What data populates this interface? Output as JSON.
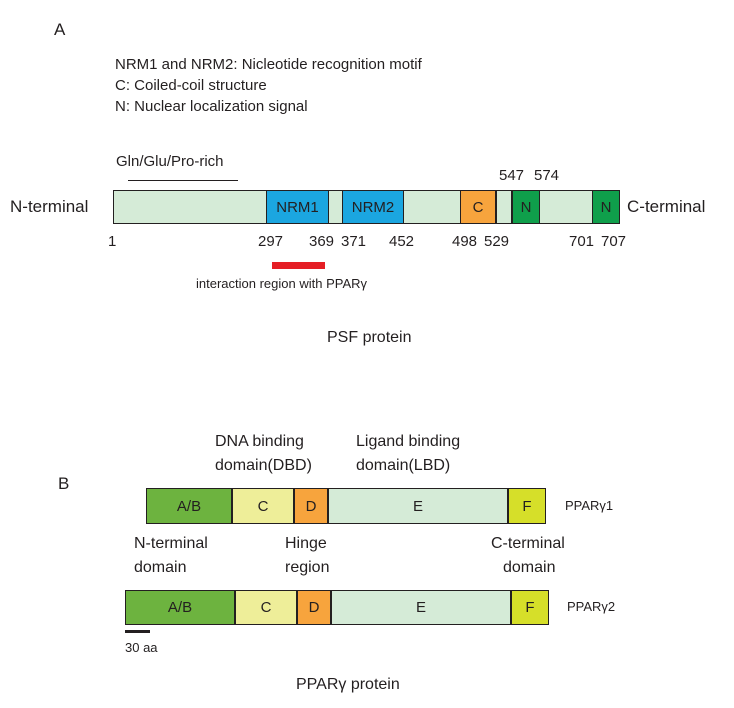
{
  "panel_a": {
    "letter": "A",
    "legend": [
      "NRM1 and NRM2: Nicleotide recognition motif",
      "C: Coiled-coil structure",
      "N: Nuclear localization signal"
    ],
    "rich_label": "Gln/Glu/Pro-rich",
    "n_terminal": "N-terminal",
    "c_terminal": "C-terminal",
    "domains": {
      "nrm1": "NRM1",
      "nrm2": "NRM2",
      "c": "C",
      "n1": "N",
      "n2": "N"
    },
    "numbers_top": {
      "n547": "547",
      "n574": "574"
    },
    "numbers_bottom": {
      "n1": "1",
      "n297": "297",
      "n369": "369",
      "n371": "371",
      "n452": "452",
      "n498": "498",
      "n529": "529",
      "n701": "701",
      "n707": "707"
    },
    "interaction_label": "interaction region with PPARγ",
    "caption": "PSF protein"
  },
  "panel_b": {
    "letter": "B",
    "dbd_label_1": "DNA binding",
    "dbd_label_2": "domain(DBD)",
    "lbd_label_1": "Ligand binding",
    "lbd_label_2": "domain(LBD)",
    "ntd_label_1": "N-terminal",
    "ntd_label_2": "domain",
    "hinge_label_1": "Hinge",
    "hinge_label_2": "region",
    "ctd_label_1": "C-terminal",
    "ctd_label_2": "domain",
    "gamma1": {
      "name": "PPARγ1",
      "segments": {
        "ab": "A/B",
        "c": "C",
        "d": "D",
        "e": "E",
        "f": "F"
      }
    },
    "gamma2": {
      "name": "PPARγ2",
      "segments": {
        "ab": "A/B",
        "c": "C",
        "d": "D",
        "e": "E",
        "f": "F"
      }
    },
    "scale_label": "30 aa",
    "caption": "PPARγ protein"
  },
  "colors": {
    "background_domain": "#d5ebd7",
    "nrm": "#1ba6e0",
    "coiled_coil": "#f7a43d",
    "nls": "#0f9f4b",
    "interaction_bar": "#e51e25",
    "ab": "#6db33f",
    "c_pale": "#eeee99",
    "d_orange": "#f7a43d",
    "e_pale": "#d5ebd7",
    "f_lime": "#d6df29"
  }
}
